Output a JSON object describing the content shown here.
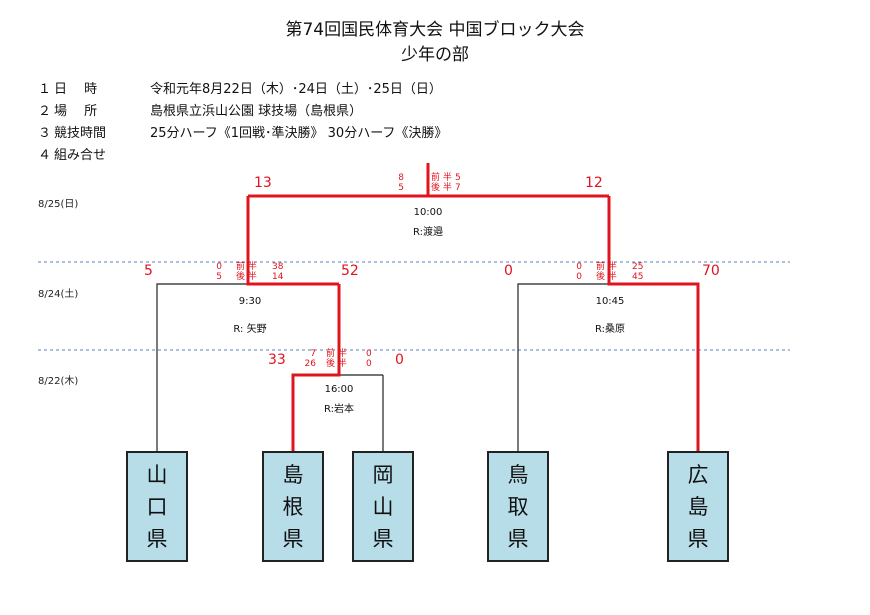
{
  "header": {
    "title": "第74回国民体育大会 中国ブロック大会",
    "subtitle": "少年の部"
  },
  "info": [
    {
      "num": "１",
      "label": "日　 時",
      "value": "令和元年8月22日（木）･24日（土）･25日（日）"
    },
    {
      "num": "２",
      "label": "場 　所",
      "value": "島根県立浜山公園 球技場（島根県）"
    },
    {
      "num": "３",
      "label": "競技時間",
      "value": "25分ハーフ《1回戦･準決勝》 30分ハーフ《決勝》"
    },
    {
      "num": "４",
      "label": "組み合せ",
      "value": ""
    }
  ],
  "dates": {
    "final": "8/25(日)",
    "semi": "8/24(土)",
    "first": "8/22(木)"
  },
  "half_labels": {
    "first": "前 半",
    "second": "後 半"
  },
  "teams": [
    {
      "name": [
        "山",
        "口",
        "県"
      ]
    },
    {
      "name": [
        "島",
        "根",
        "県"
      ]
    },
    {
      "name": [
        "岡",
        "山",
        "県"
      ]
    },
    {
      "name": [
        "鳥",
        "取",
        "県"
      ]
    },
    {
      "name": [
        "広",
        "島",
        "県"
      ]
    }
  ],
  "matches": {
    "first_round": {
      "time": "16:00",
      "referee": "R:岩本",
      "left_total": "33",
      "right_total": "0",
      "left_half1": "7",
      "left_half2": "26",
      "right_half1": "0",
      "right_half2": "0"
    },
    "semi_left": {
      "time": "9:30",
      "referee": "R: 矢野",
      "left_total": "5",
      "right_total": "52",
      "left_half1": "0",
      "left_half2": "5",
      "right_half1": "38",
      "right_half2": "14"
    },
    "semi_right": {
      "time": "10:45",
      "referee": "R:桑原",
      "left_total": "0",
      "right_total": "70",
      "left_half1": "0",
      "left_half2": "0",
      "right_half1": "25",
      "right_half2": "45"
    },
    "final": {
      "time": "10:00",
      "referee": "R:渡邉",
      "left_total": "13",
      "right_total": "12",
      "left_half1": "8",
      "left_half2": "5",
      "right_half1": "5",
      "right_half2": "7"
    }
  },
  "colors": {
    "winner_line": "#e0141e",
    "loser_line": "#222222",
    "team_box": "#b7dde8",
    "divider": "#5a7fb8"
  }
}
